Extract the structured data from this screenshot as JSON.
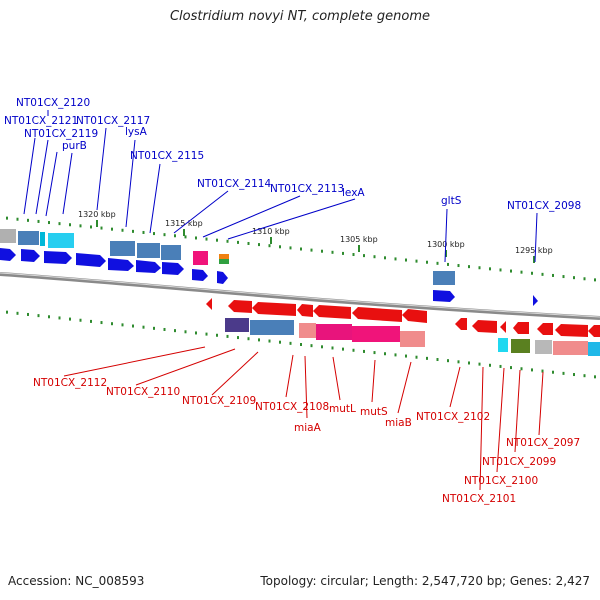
{
  "title": "Clostridium novyi NT, complete genome",
  "footer": {
    "accession": "Accession: NC_008593",
    "summary": "Topology: circular; Length: 2,547,720 bp; Genes: 2,427"
  },
  "colors": {
    "forward_label": "#0000c8",
    "reverse_label": "#d40000",
    "backbone": "#777777",
    "tick": "#2e8b2e"
  },
  "scale_labels": [
    "1320 kbp",
    "1315 kbp",
    "1310 kbp",
    "1305 kbp",
    "1300 kbp",
    "1295 kbp"
  ],
  "forward_genes": [
    "NT01CX_2120",
    "NT01CX_2121",
    "NT01CX_2119",
    "purB",
    "NT01CX_2117",
    "lysA",
    "NT01CX_2115",
    "NT01CX_2114",
    "NT01CX_2113",
    "lexA",
    "gltS",
    "NT01CX_2098"
  ],
  "reverse_genes": [
    "NT01CX_2112",
    "NT01CX_2110",
    "NT01CX_2109",
    "NT01CX_2108",
    "miaA",
    "mutL",
    "mutS",
    "miaB",
    "NT01CX_2102",
    "NT01CX_2097",
    "NT01CX_2099",
    "NT01CX_2100",
    "NT01CX_2101"
  ]
}
